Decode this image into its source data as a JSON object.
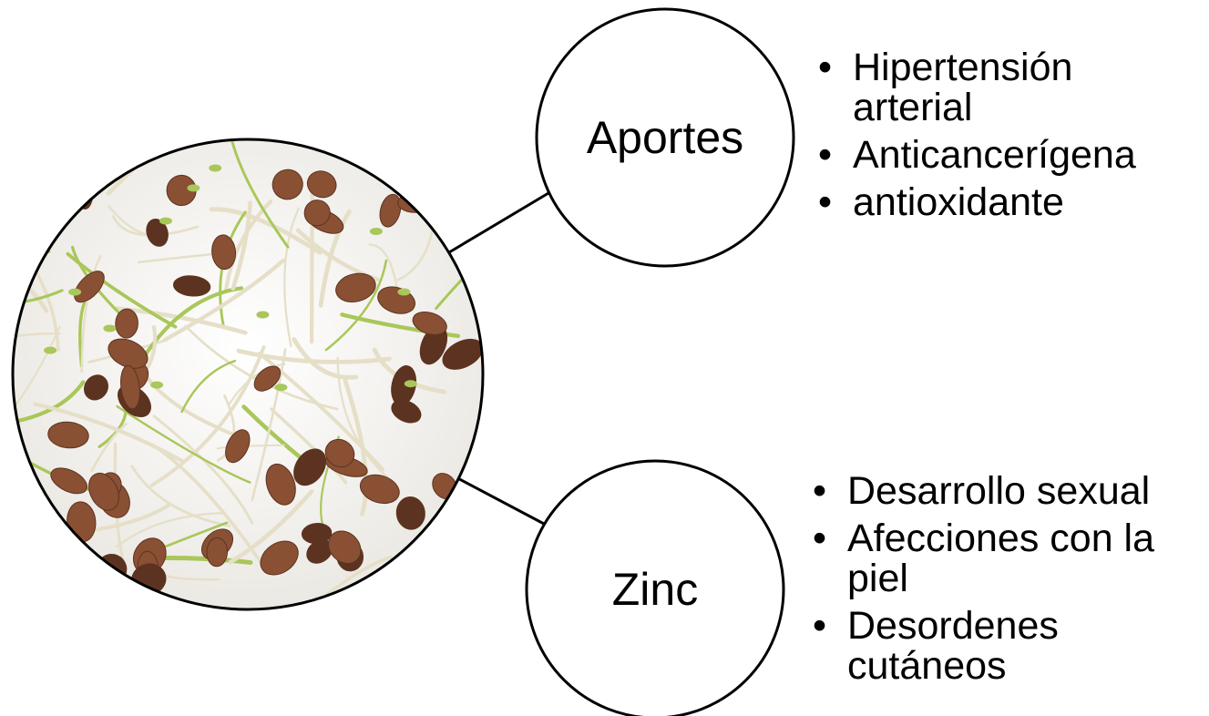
{
  "nodes": {
    "top": {
      "label": "Aportes"
    },
    "bottom": {
      "label": "Zinc"
    }
  },
  "lists": {
    "top": [
      "Hipertensión arterial",
      "Anticancerígena",
      "antioxidante"
    ],
    "bottom": [
      "Desarrollo sexual",
      "Afecciones con la piel",
      "Desordenes cutáneos"
    ]
  },
  "colors": {
    "stroke": "#000000",
    "background": "#ffffff",
    "photo_background": "#f2f0ec",
    "seed": "#8a5034",
    "seed_dark": "#5c3320",
    "sprout": "#e6dfc8",
    "leaf": "#a9c75a"
  },
  "image": {
    "icon": "sprouted-seeds-photo"
  }
}
